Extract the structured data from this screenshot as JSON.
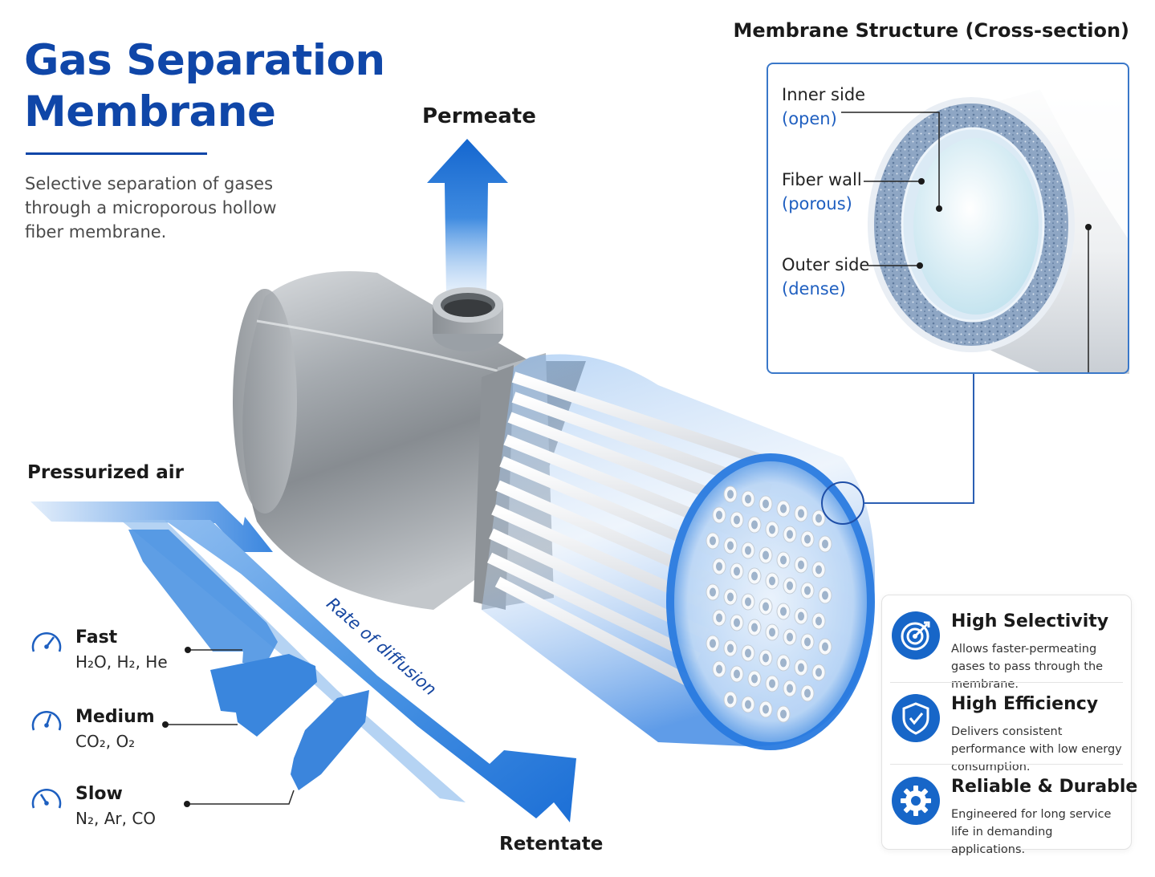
{
  "header": {
    "title_line1": "Gas Separation",
    "title_line2": "Membrane",
    "subtitle": "Selective separation of gases through a microporous hollow fiber membrane."
  },
  "flows": {
    "permeate": "Permeate",
    "input": "Pressurized air",
    "retentate": "Retentate",
    "rate_label": "Rate of diffusion"
  },
  "rates": [
    {
      "name": "Fast",
      "gases": "H₂O,  H₂,  He"
    },
    {
      "name": "Medium",
      "gases": "CO₂,  O₂"
    },
    {
      "name": "Slow",
      "gases": "N₂,  Ar,  CO"
    }
  ],
  "cross_section": {
    "title": "Membrane Structure (Cross-section)",
    "layers": [
      {
        "name": "Inner side",
        "detail": "(open)"
      },
      {
        "name": "Fiber wall",
        "detail": "(porous)"
      },
      {
        "name": "Outer side",
        "detail": "(dense)"
      }
    ]
  },
  "features": [
    {
      "title": "High Selectivity",
      "desc": "Allows faster-permeating gases to pass through the membrane.",
      "icon": "target-icon"
    },
    {
      "title": "High Efficiency",
      "desc": "Delivers consistent performance with low energy consumption.",
      "icon": "shield-check-icon"
    },
    {
      "title": "Reliable & Durable",
      "desc": "Engineered for long service life in demanding applications.",
      "icon": "gear-icon"
    }
  ],
  "colors": {
    "brand": "#0f46a8",
    "accent": "#1766c8",
    "arrow": "#2f7fd8"
  }
}
